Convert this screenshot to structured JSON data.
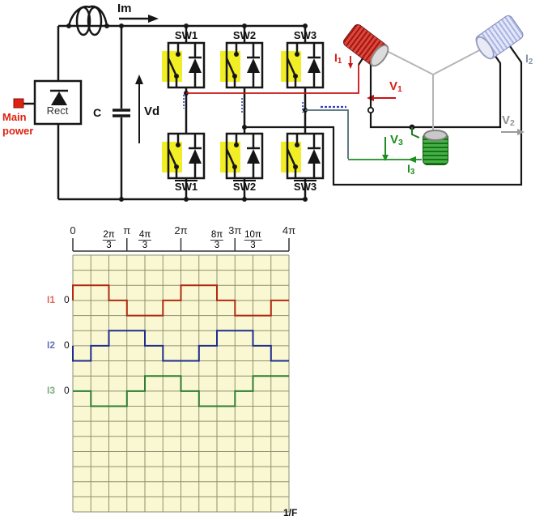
{
  "circuit": {
    "labels": {
      "im": "Im",
      "main_line1": "Main",
      "main_line2": "power",
      "rect": "Rect",
      "cap": "C",
      "vd": "Vd",
      "sw_top": [
        "SW1",
        "SW2",
        "SW3"
      ],
      "sw_bottom": [
        "SW1",
        "SW2",
        "SW3"
      ],
      "i1": {
        "base": "I",
        "sub": "1"
      },
      "v1": {
        "base": "V",
        "sub": "1"
      },
      "i2": {
        "base": "I",
        "sub": "2"
      },
      "v2": {
        "base": "V",
        "sub": "2"
      },
      "i3": {
        "base": "I",
        "sub": "3"
      },
      "v3": {
        "base": "V",
        "sub": "3"
      }
    },
    "colors": {
      "wire": "#161616",
      "phase1_red": "#c81414",
      "phase3_green": "#1e8c1e",
      "phase3_feeder_teal": "#4b6b74",
      "neutral_gray": "#b5b5b5",
      "v2_gray": "#9a9a9a",
      "switch_highlight_yellow": "#f2ee25",
      "main_power_red": "#dd2211",
      "artifact_blue": "#3540c0"
    }
  },
  "chart_data": {
    "type": "line",
    "line_style": "step",
    "x_axis_side": "top",
    "pos_unit": "pi/3",
    "x_ticks": [
      {
        "pos": 0,
        "label": "0"
      },
      {
        "pos": 2,
        "num": "2π",
        "den": "3"
      },
      {
        "pos": 3,
        "label": "π"
      },
      {
        "pos": 4,
        "num": "4π",
        "den": "3"
      },
      {
        "pos": 6,
        "label": "2π"
      },
      {
        "pos": 8,
        "num": "8π",
        "den": "3"
      },
      {
        "pos": 9,
        "label": "3π"
      },
      {
        "pos": 10,
        "num": "10π",
        "den": "3"
      },
      {
        "pos": 12,
        "label": "4π"
      }
    ],
    "major_tick_positions": [
      0,
      3,
      6,
      9,
      12
    ],
    "grid": {
      "cols": 12,
      "rows": 17,
      "bg": "#faf8d2",
      "line_color": "#8f8f73"
    },
    "xlabel": "1/F",
    "series": [
      {
        "name": "I1",
        "zero_label": "0",
        "color": "#b02a12",
        "label_color": "#e4685a",
        "zero_row": 3,
        "amplitude_rows": 1,
        "interval_values": [
          1,
          1,
          0,
          -1,
          -1,
          0,
          1,
          1,
          0,
          -1,
          -1,
          0
        ]
      },
      {
        "name": "I2",
        "zero_label": "0",
        "color": "#1c2e8c",
        "label_color": "#6673b8",
        "zero_row": 6,
        "amplitude_rows": 1,
        "interval_values": [
          -1,
          0,
          1,
          1,
          0,
          -1,
          -1,
          0,
          1,
          1,
          0,
          -1
        ]
      },
      {
        "name": "I3",
        "zero_label": "0",
        "color": "#2e7d32",
        "label_color": "#7fae7f",
        "zero_row": 9,
        "amplitude_rows": 1,
        "interval_values": [
          0,
          -1,
          -1,
          0,
          1,
          1,
          0,
          -1,
          -1,
          0,
          1,
          1
        ]
      }
    ]
  }
}
